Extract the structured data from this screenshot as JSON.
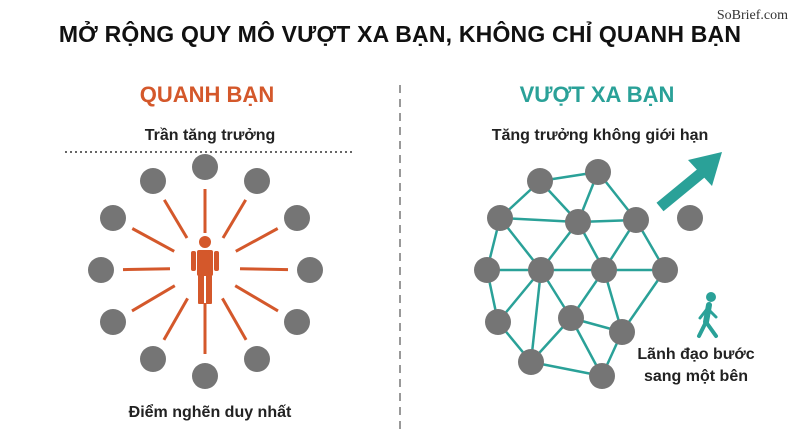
{
  "title": "MỞ RỘNG QUY MÔ VƯỢT XA BẠN, KHÔNG CHỈ QUANH BẠN",
  "watermark": "SoBrief.com",
  "left_panel": {
    "title": "QUANH BẠN",
    "top_label": "Trần tăng trưởng",
    "bottom_label": "Điểm nghẽn duy nhất"
  },
  "right_panel": {
    "title": "VƯỢT XA BẠN",
    "top_label": "Tăng trưởng không giới hạn",
    "side_label_line1": "Lãnh đạo bước",
    "side_label_line2": "sang một bên"
  },
  "colors": {
    "left_accent": "#d4582b",
    "right_accent": "#2aa198",
    "node": "#757575"
  },
  "icons": {
    "center_person": "person-icon",
    "walking_person": "walking-person-icon",
    "growth_arrow": "arrow-up-right-icon"
  }
}
